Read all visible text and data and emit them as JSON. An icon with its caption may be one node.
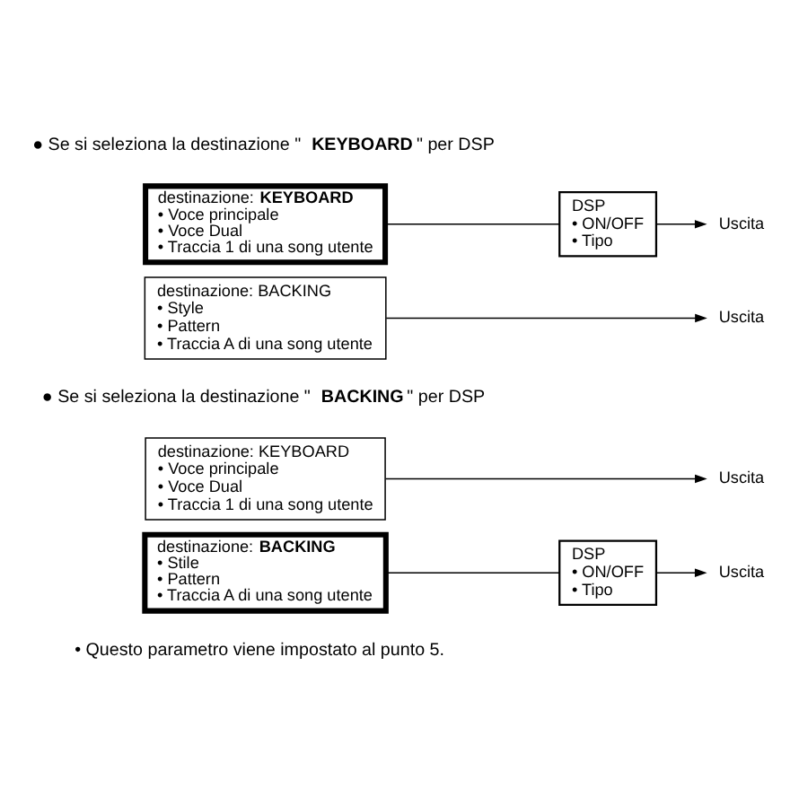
{
  "diagram": {
    "nodes": [
      {
        "text": [
          "destinazione: **KEYBOARD**",
          "• Voce principale",
          "• Voce Dual",
          "• Traccia 1 di una song utente"
        ]
      },
      {
        "text": [
          "destinazione: BACKING",
          "• Style",
          "• Pattern",
          "• Traccia A di una song utente"
        ]
      },
      {
        "text": [
          "DSP",
          "• ON/OFF",
          "• Tipo"
        ]
      },
      {
        "text": [
          "Uscita"
        ]
      },
      {
        "text": [
          "Uscita"
        ]
      },
      {
        "text": [
          "destinazione: KEYBOARD",
          "• Voce principale",
          "• Voce Dual",
          "• Traccia 1 di una song utente"
        ]
      },
      {
        "text": [
          "destinazione: **BACKING**",
          "• Stile",
          "• Pattern",
          "• Traccia A di una song utente"
        ]
      },
      {
        "text": [
          "DSP",
          "• ON/OFF",
          "• Tipo"
        ]
      },
      {
        "text": [
          "Uscita"
        ]
      },
      {
        "text": [
          "Uscita"
        ]
      }
    ],
    "edges": [
      {
        "from": 0,
        "to": 2,
        "arrow": "none"
      },
      {
        "from": 2,
        "to": 3,
        "arrow": "to"
      },
      {
        "from": 1,
        "to": 4,
        "arrow": "to"
      },
      {
        "from": 5,
        "to": 8,
        "arrow": "to"
      },
      {
        "from": 6,
        "to": 7,
        "arrow": "none"
      },
      {
        "from": 7,
        "to": 9,
        "arrow": "to"
      }
    ],
    "labels": [
      "● Se si seleziona la destinazione \"**KEYBOARD**\" per DSP",
      "● Se si seleziona la destinazione \"**BACKING**\" per DSP",
      "• Questo parametro viene impostato al punto 5."
    ]
  }
}
